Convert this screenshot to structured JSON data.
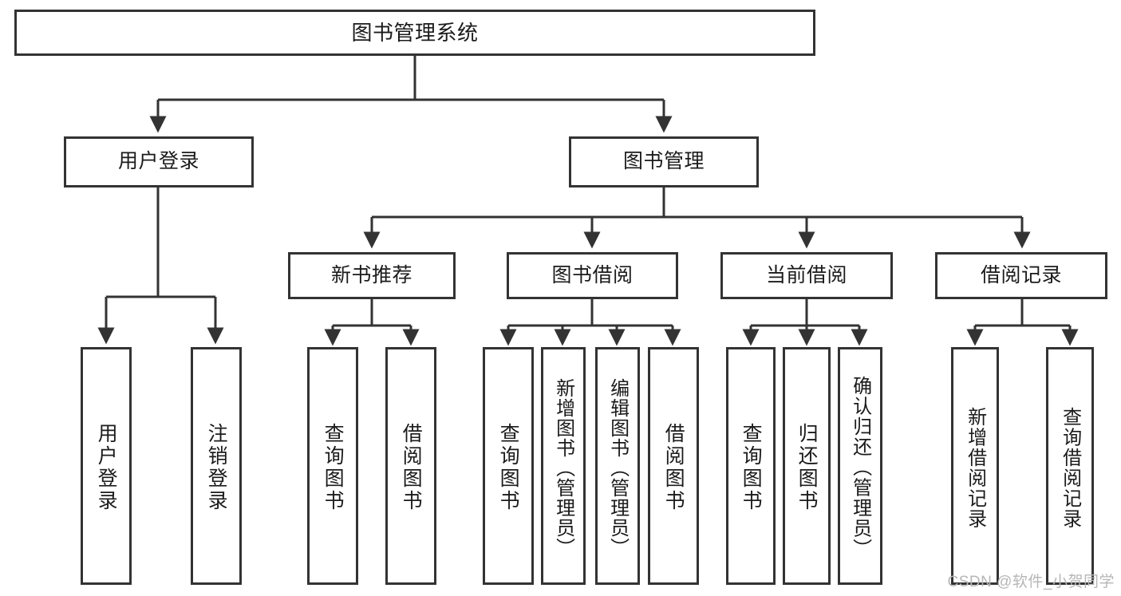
{
  "diagram": {
    "title": "图书管理系统",
    "watermark": "CSDN @软件_小贺同学",
    "colors": {
      "background": "#ffffff",
      "border": "#333333",
      "text": "#1b1b1b",
      "watermark": "#b6b6b6"
    },
    "levels": {
      "root": "图书管理系统",
      "level2": [
        "用户登录",
        "图书管理"
      ],
      "level3": [
        "新书推荐",
        "图书借阅",
        "当前借阅",
        "借阅记录"
      ]
    },
    "nodes": {
      "root": "图书管理系统",
      "user_login": "用户登录",
      "book_manage": "图书管理",
      "new_book_recommend": "新书推荐",
      "book_borrow": "图书借阅",
      "current_borrow": "当前借阅",
      "borrow_record": "借阅记录",
      "leaf_user_login": "用户登录",
      "leaf_logout_login": "注销登录",
      "leaf_query_book_1": "查询图书",
      "leaf_borrow_book_1": "借阅图书",
      "leaf_query_book_2": "查询图书",
      "leaf_add_book_admin": "新增图书（管理员）",
      "leaf_edit_book_admin": "编辑图书（管理员）",
      "leaf_borrow_book_2": "借阅图书",
      "leaf_query_book_3": "查询图书",
      "leaf_return_book": "归还图书",
      "leaf_confirm_return_admin": "确认归还（管理员）",
      "leaf_add_borrow_record": "新增借阅记录",
      "leaf_query_borrow_record": "查询借阅记录"
    },
    "tree": {
      "图书管理系统": [
        "用户登录",
        "图书管理"
      ],
      "用户登录": [
        "用户登录",
        "注销登录"
      ],
      "图书管理": [
        "新书推荐",
        "图书借阅",
        "当前借阅",
        "借阅记录"
      ],
      "新书推荐": [
        "查询图书",
        "借阅图书"
      ],
      "图书借阅": [
        "查询图书",
        "新增图书（管理员）",
        "编辑图书（管理员）",
        "借阅图书"
      ],
      "当前借阅": [
        "查询图书",
        "归还图书",
        "确认归还（管理员）"
      ],
      "借阅记录": [
        "新增借阅记录",
        "查询借阅记录"
      ]
    }
  }
}
